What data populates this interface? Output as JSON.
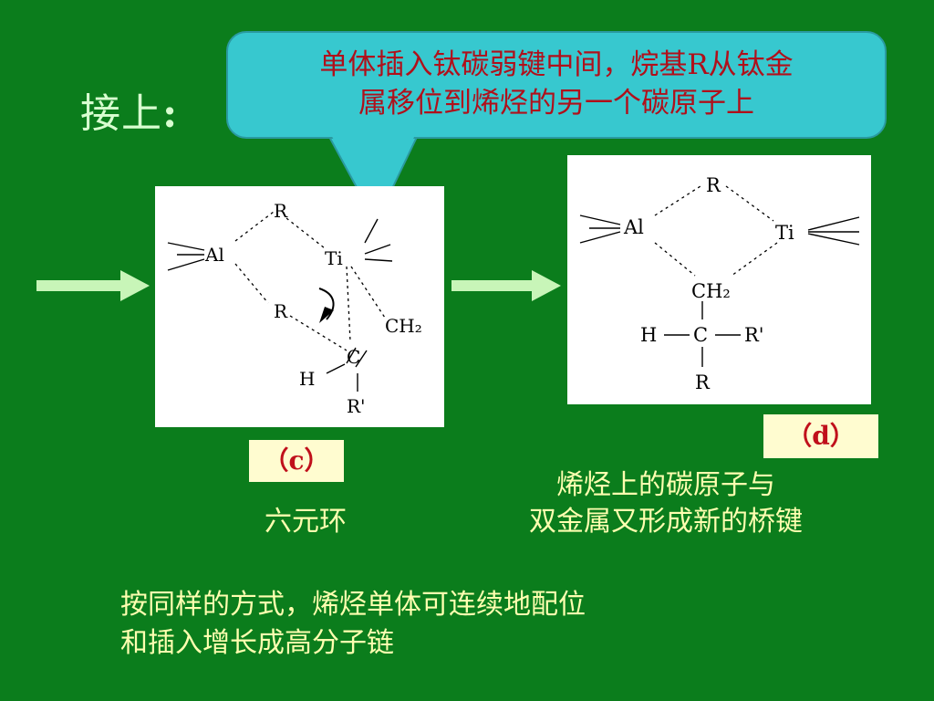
{
  "slide": {
    "title": "接上",
    "title_colon": ":",
    "callout_line1": "单体插入钛碳弱键中间，烷基R从钛金",
    "callout_line2": "属移位到烯烃的另一个碳原子上",
    "label_c": "（c）",
    "label_d": "（d）",
    "caption_c": "六元环",
    "caption_d_line1": "烯烃上的碳原子与",
    "caption_d_line2": "双金属又形成新的桥键",
    "bottom_line1": "按同样的方式，烯烃单体可连续地配位",
    "bottom_line2": "和插入增长成高分子链"
  },
  "structure_c": {
    "al": "Al",
    "ti": "Ti",
    "r_top": "R",
    "r_mid": "R",
    "ch2": "CH₂",
    "c": "C",
    "h": "H",
    "r_prime": "R'"
  },
  "structure_d": {
    "al": "Al",
    "ti": "Ti",
    "r_top": "R",
    "ch2": "CH₂",
    "h": "H",
    "c": "C",
    "r_prime": "R'",
    "r_bottom": "R"
  },
  "colors": {
    "background": "#0b7d1c",
    "callout": "#37c8cf",
    "callout_text": "#b0101b",
    "arrow": "#c8f5b8",
    "caption": "#ffffb0",
    "label_box": "#fffcd0"
  }
}
